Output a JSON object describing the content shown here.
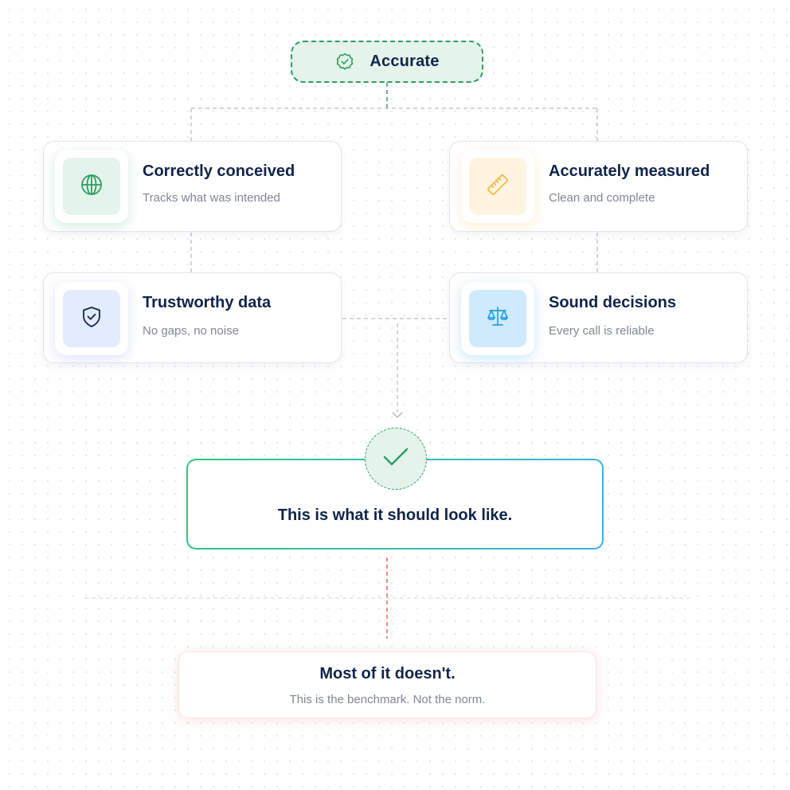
{
  "top_node": {
    "label": "Accurate",
    "icon": "verified-badge-icon",
    "color": "#2e9d61"
  },
  "cards": [
    {
      "title": "Correctly conceived",
      "subtitle": "Tracks what was intended",
      "icon": "globe-icon",
      "accent": "#2e9d61"
    },
    {
      "title": "Accurately measured",
      "subtitle": "Clean and complete",
      "icon": "ruler-icon",
      "accent": "#f5b942"
    },
    {
      "title": "Trustworthy data",
      "subtitle": "No gaps, no noise",
      "icon": "shield-check-icon",
      "accent": "#10244a"
    },
    {
      "title": "Sound decisions",
      "subtitle": "Every call is reliable",
      "icon": "scale-icon",
      "accent": "#2a9fe0"
    }
  ],
  "result": {
    "text": "This is what it should look like.",
    "icon": "check-icon"
  },
  "reality": {
    "title": "Most of it doesn't.",
    "subtitle": "This is the benchmark. Not the norm."
  },
  "colors": {
    "heading": "#10244a",
    "muted": "#7d8796",
    "green": "#2e9d61",
    "gradient_start": "#2fc67f",
    "gradient_end": "#3ab1e6",
    "warning_line": "#e8675a"
  }
}
